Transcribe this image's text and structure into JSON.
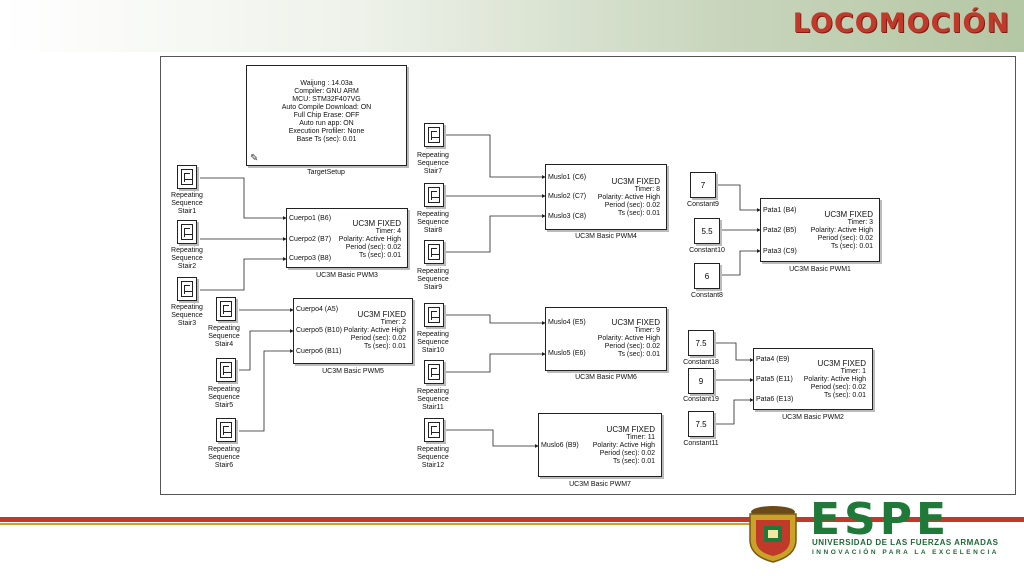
{
  "slide": {
    "title": "LOCOMOCIÓN"
  },
  "target_setup": {
    "lines": [
      "Waijung : 14.03a",
      "Compiler: GNU ARM",
      "MCU: STM32F407VG",
      "Auto Compile Download: ON",
      "Full Chip Erase: OFF",
      "Auto run app: ON",
      "Execution Profiler: None",
      "Base Ts (sec): 0.01"
    ],
    "label": "TargetSetup"
  },
  "sources": {
    "stair1": "Repeating\nSequence\nStair1",
    "stair2": "Repeating\nSequence\nStair2",
    "stair3": "Repeating\nSequence\nStair3",
    "stair4": "Repeating\nSequence\nStair4",
    "stair5": "Repeating\nSequence\nStair5",
    "stair6": "Repeating\nSequence\nStair6",
    "stair7": "Repeating\nSequence\nStair7",
    "stair8": "Repeating\nSequence\nStair8",
    "stair9": "Repeating\nSequence\nStair9",
    "stair10": "Repeating\nSequence\nStair10",
    "stair11": "Repeating\nSequence\nStair11",
    "stair12": "Repeating\nSequence\nStair12"
  },
  "constants": {
    "c9": {
      "value": "7",
      "label": "Constant9"
    },
    "c10": {
      "value": "5.5",
      "label": "Constant10"
    },
    "c8": {
      "value": "6",
      "label": "Constant8"
    },
    "c18": {
      "value": "7.5",
      "label": "Constant18"
    },
    "c19": {
      "value": "9",
      "label": "Constant19"
    },
    "c11": {
      "value": "7.5",
      "label": "Constant11"
    }
  },
  "pwm_blocks": {
    "pwm3": {
      "ports": [
        "Cuerpo1 (B6)",
        "Cuerpo2 (B7)",
        "Cuerpo3 (B8)"
      ],
      "title": "UC3M FIXED",
      "timer": "Timer: 4",
      "polarity": "Polarity: Active High",
      "period": "Period (sec): 0.02",
      "ts": "Ts (sec): 0.01",
      "label": "UC3M Basic PWM3"
    },
    "pwm5": {
      "ports": [
        "Cuerpo4 (A5)",
        "Cuerpo5 (B10)",
        "Cuerpo6 (B11)"
      ],
      "title": "UC3M FIXED",
      "timer": "Timer: 2",
      "polarity": "Polarity: Active High",
      "period": "Period (sec): 0.02",
      "ts": "Ts (sec): 0.01",
      "label": "UC3M Basic PWM5"
    },
    "pwm4": {
      "ports": [
        "Muslo1 (C6)",
        "Muslo2 (C7)",
        "Muslo3 (C8)"
      ],
      "title": "UC3M FIXED",
      "timer": "Timer: 8",
      "polarity": "Polarity: Active High",
      "period": "Period (sec): 0.02",
      "ts": "Ts (sec): 0.01",
      "label": "UC3M Basic PWM4"
    },
    "pwm6": {
      "ports": [
        "Muslo4 (E5)",
        "Muslo5 (E6)"
      ],
      "title": "UC3M FIXED",
      "timer": "Timer: 9",
      "polarity": "Polarity: Active High",
      "period": "Period (sec): 0.02",
      "ts": "Ts (sec): 0.01",
      "label": "UC3M Basic PWM6"
    },
    "pwm7": {
      "ports": [
        "Muslo6 (B9)"
      ],
      "title": "UC3M FIXED",
      "timer": "Timer: 11",
      "polarity": "Polarity: Active High",
      "period": "Period (sec): 0.02",
      "ts": "Ts (sec): 0.01",
      "label": "UC3M Basic PWM7"
    },
    "pwm1": {
      "ports": [
        "Pata1 (B4)",
        "Pata2 (B5)",
        "Pata3 (C9)"
      ],
      "title": "UC3M FIXED",
      "timer": "Timer: 3",
      "polarity": "Polarity: Active High",
      "period": "Period (sec): 0.02",
      "ts": "Ts (sec): 0.01",
      "label": "UC3M Basic PWM1"
    },
    "pwm2": {
      "ports": [
        "Pata4 (E9)",
        "Pata5 (E11)",
        "Pata6 (E13)"
      ],
      "title": "UC3M FIXED",
      "timer": "Timer: 1",
      "polarity": "Polarity: Active High",
      "period": "Period (sec): 0.02",
      "ts": "Ts (sec): 0.01",
      "label": "UC3M Basic PWM2"
    }
  },
  "branding": {
    "name": "ESPE",
    "sub1": "UNIVERSIDAD DE LAS FUERZAS ARMADAS",
    "sub2": "INNOVACIÓN PARA LA EXCELENCIA",
    "colors": {
      "title": "#c0392b",
      "brand": "#1f7a3a",
      "accent_gold": "#c9a227"
    }
  }
}
